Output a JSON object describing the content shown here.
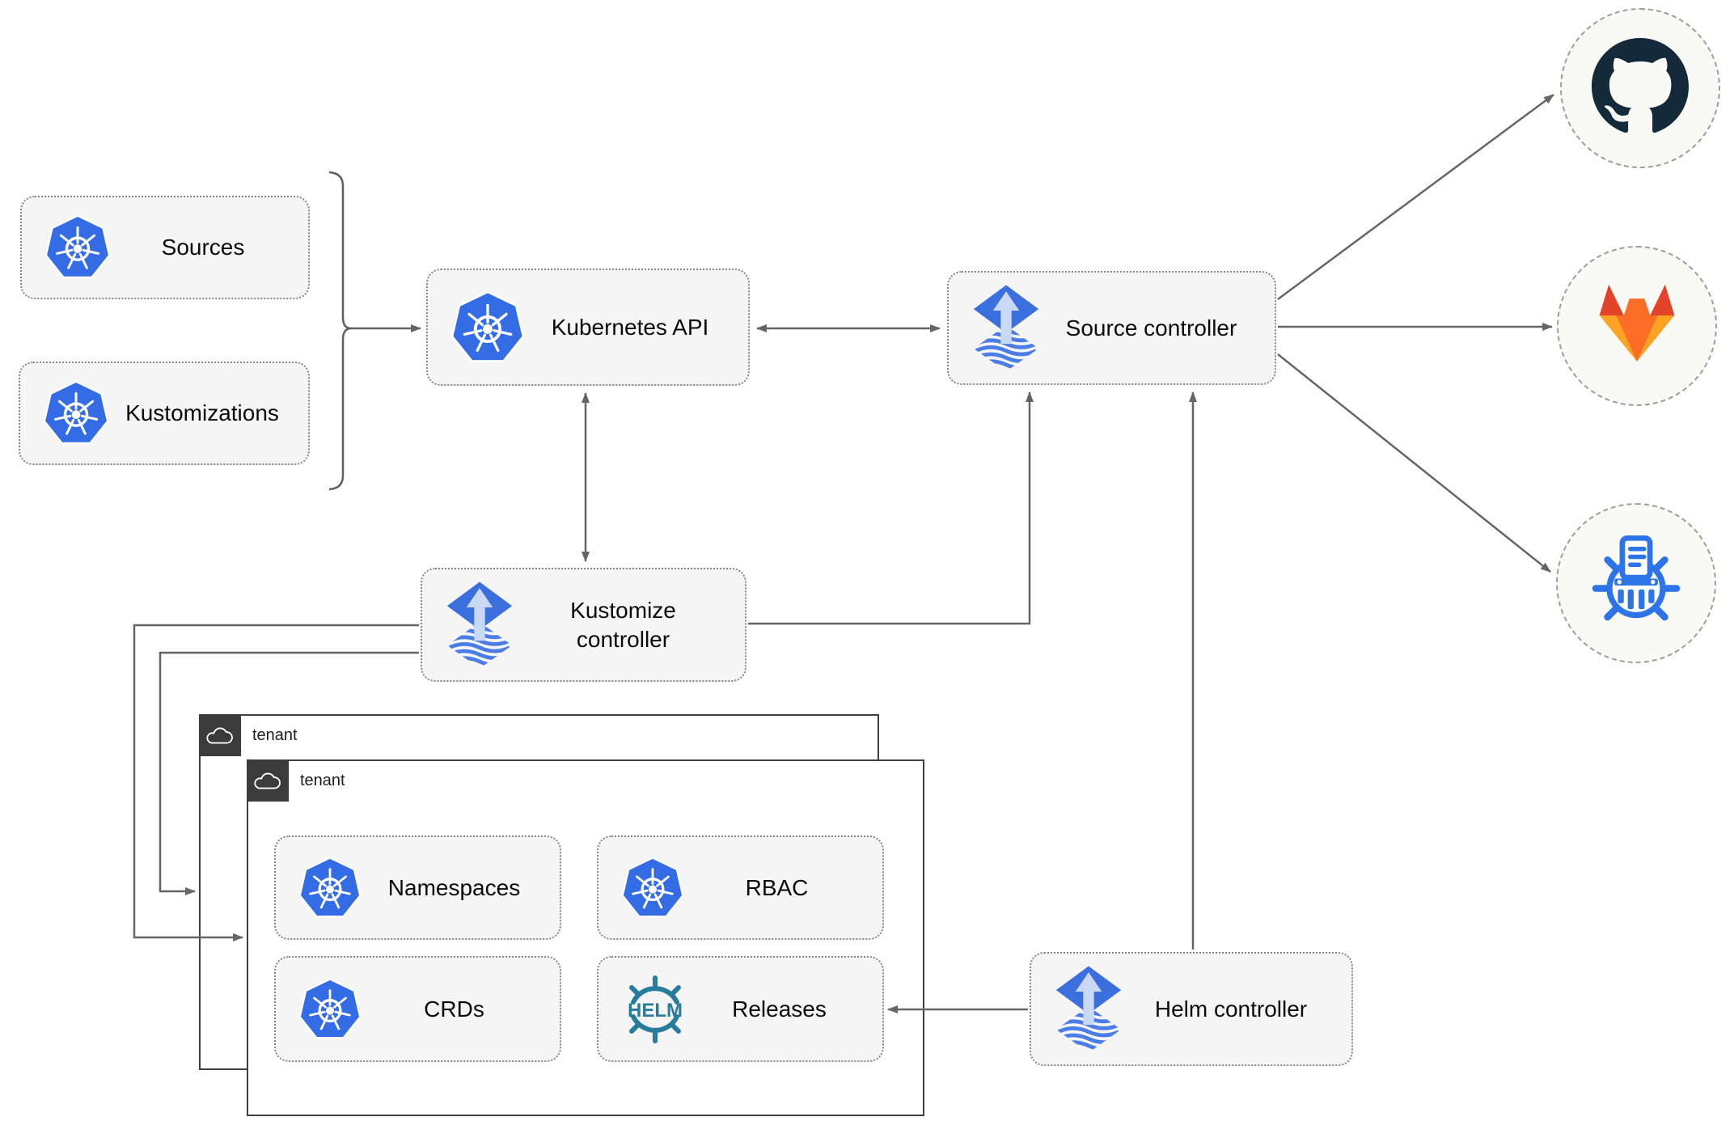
{
  "nodes": {
    "sources": {
      "label": "Sources",
      "icon": "kubernetes-icon"
    },
    "kustomizations": {
      "label": "Kustomizations",
      "icon": "kubernetes-icon"
    },
    "kubernetes_api": {
      "label": "Kubernetes API",
      "icon": "kubernetes-icon"
    },
    "source_controller": {
      "label": "Source controller",
      "icon": "flux-icon"
    },
    "kustomize_controller": {
      "label": "Kustomize controller",
      "icon": "flux-icon"
    },
    "helm_controller": {
      "label": "Helm controller",
      "icon": "flux-icon"
    },
    "namespaces": {
      "label": "Namespaces",
      "icon": "kubernetes-icon"
    },
    "rbac": {
      "label": "RBAC",
      "icon": "kubernetes-icon"
    },
    "crds": {
      "label": "CRDs",
      "icon": "kubernetes-icon"
    },
    "releases": {
      "label": "Releases",
      "icon": "helm-icon",
      "icon_text": "HELM"
    }
  },
  "groups": {
    "tenant_back": {
      "label": "tenant",
      "icon": "cloud-icon"
    },
    "tenant_front": {
      "label": "tenant",
      "icon": "cloud-icon"
    }
  },
  "remotes": {
    "github": {
      "icon": "github-icon"
    },
    "gitlab": {
      "icon": "gitlab-icon"
    },
    "registry": {
      "icon": "container-registry-icon"
    }
  },
  "colors": {
    "node_fill": "#f5f5f5",
    "node_border": "#878787",
    "line": "#666666",
    "tenant_border": "#3f3f3f",
    "tenant_tab": "#3b3b3b",
    "kubernetes_blue": "#336ce4",
    "flux_blue": "#3b6fde",
    "flux_stripe": "#4a7de8",
    "flux_arrow": "#c9d8f5",
    "helm_teal": "#277c9d",
    "github_dark": "#14293a",
    "gitlab_red": "#e24329",
    "gitlab_orange": "#fc6d26",
    "gitlab_light": "#fca326",
    "registry_blue": "#2d74e8",
    "circle_fill": "#f9f9f6",
    "circle_border": "#9e9e9e"
  }
}
